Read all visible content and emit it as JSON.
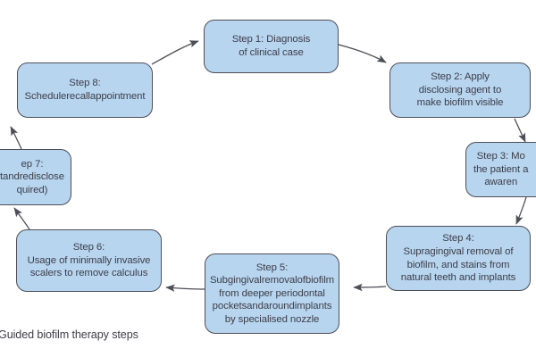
{
  "figure": {
    "caption": "Guided biofilm therapy steps",
    "caption_clipped_left": true,
    "background_color": "#ffffff",
    "node_fill_color": "#b7d5ef",
    "node_border_color": "#4e4e58",
    "text_color": "#3d3d47",
    "arrow_color": "#4e4e58",
    "flow_direction": "clockwise"
  },
  "nodes": [
    {
      "id": "step-1",
      "label": "Step 1: Diagnosis\nof clinical case",
      "position": "top",
      "clipped": false
    },
    {
      "id": "step-2",
      "label": "Step 2: Apply\ndisclosing agent to\nmake biofilm visible",
      "position": "top-right",
      "clipped": false
    },
    {
      "id": "step-3",
      "label": "Step 3: Mo\nthe patient a\nawaren",
      "position": "right",
      "clipped": true
    },
    {
      "id": "step-4",
      "label": "Step 4:\nSupragingival removal of\nbiofilm, and stains from\nnatural teeth and implants",
      "position": "bottom-right",
      "clipped": false
    },
    {
      "id": "step-5",
      "label": "Step 5:\nSubgingivalremovalofbiofilm\nfrom deeper periodontal\npocketsandaroundimplants\nby specialised nozzle",
      "position": "bottom",
      "clipped": false
    },
    {
      "id": "step-6",
      "label": "Step 6:\nUsage of minimally invasive\nscalers to remove calculus",
      "position": "bottom-left",
      "clipped": false
    },
    {
      "id": "step-7",
      "label": "ep 7:\ntandredisclose\nquired)",
      "position": "left",
      "clipped": true
    },
    {
      "id": "step-8",
      "label": "Step 8:\nSchedulerecallappointment",
      "position": "top-left",
      "clipped": false
    }
  ],
  "edges": [
    {
      "id": "edge-8-1",
      "from": "step-8",
      "to": "step-1"
    },
    {
      "id": "edge-1-2",
      "from": "step-1",
      "to": "step-2"
    },
    {
      "id": "edge-2-3",
      "from": "step-2",
      "to": "step-3"
    },
    {
      "id": "edge-3-4",
      "from": "step-3",
      "to": "step-4"
    },
    {
      "id": "edge-4-5",
      "from": "step-4",
      "to": "step-5"
    },
    {
      "id": "edge-5-6",
      "from": "step-5",
      "to": "step-6"
    },
    {
      "id": "edge-6-7",
      "from": "step-6",
      "to": "step-7"
    },
    {
      "id": "edge-7-8",
      "from": "step-7",
      "to": "step-8"
    }
  ]
}
